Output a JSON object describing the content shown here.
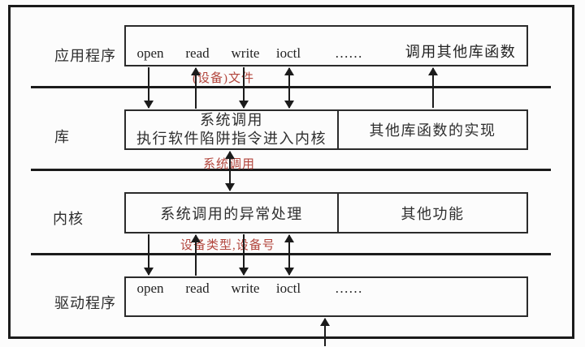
{
  "colors": {
    "background": "#fcfcfc",
    "line_black": "#1b1b1b",
    "annotation_red": "#b2453c"
  },
  "layers": {
    "application": {
      "label": "应用程序",
      "functions": [
        "open",
        "read",
        "write",
        "ioctl",
        "……"
      ],
      "other_call": "调用其他库函数"
    },
    "library": {
      "label": "库",
      "syscall_line1": "系统调用",
      "syscall_line2": "执行软件陷阱指令进入内核",
      "other_impl": "其他库函数的实现"
    },
    "kernel": {
      "label": "内核",
      "syscall_handler": "系统调用的异常处理",
      "other_func": "其他功能"
    },
    "driver": {
      "label": "驱动程序",
      "functions": [
        "open",
        "read",
        "write",
        "ioctl",
        "……"
      ]
    }
  },
  "annotations": {
    "device_file": "(设备)文件",
    "system_call": "系统调用",
    "device_type_number": "设备类型,设备号"
  }
}
